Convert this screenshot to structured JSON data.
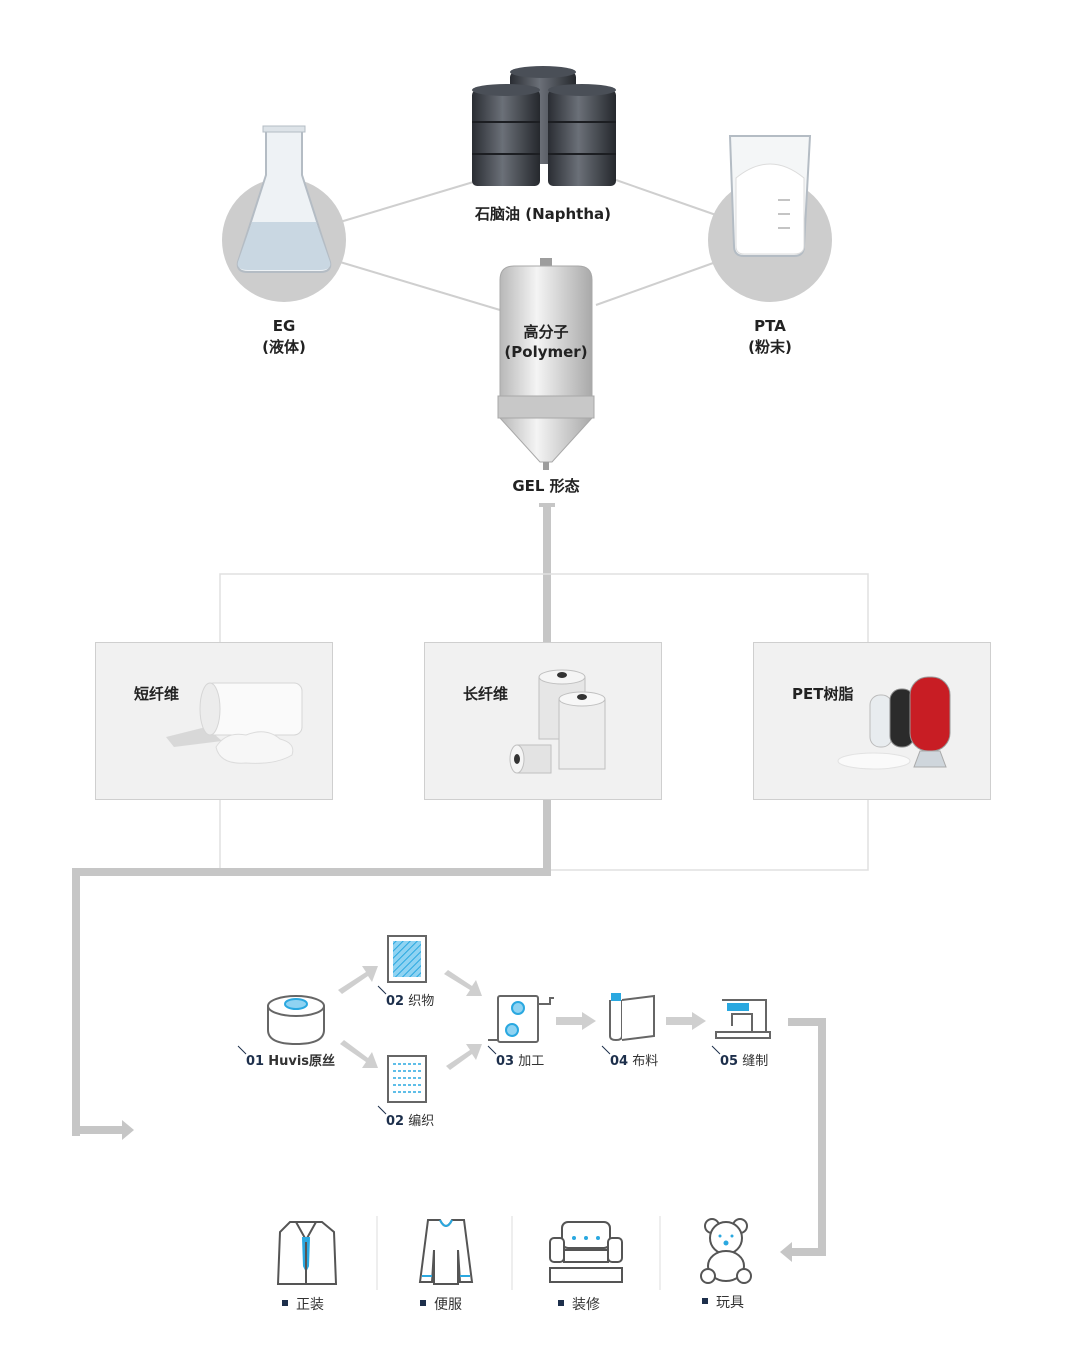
{
  "raw": {
    "naphtha": "石脑油 (Naphtha)",
    "eg_name": "EG",
    "eg_state": "(液体)",
    "pta_name": "PTA",
    "pta_state": "(粉末)",
    "polymer_name": "高分子",
    "polymer_en": "(Polymer)",
    "gel": "GEL 形态"
  },
  "products": [
    {
      "label": "短纤维"
    },
    {
      "label": "长纤维"
    },
    {
      "label": "PET树脂"
    }
  ],
  "process": [
    {
      "num": "01",
      "label": "Huvis原丝"
    },
    {
      "num": "02",
      "label": "织物"
    },
    {
      "num": "02",
      "label": "编织"
    },
    {
      "num": "03",
      "label": "加工"
    },
    {
      "num": "04",
      "label": "布料"
    },
    {
      "num": "05",
      "label": "缝制"
    }
  ],
  "categories": [
    {
      "label": "正装"
    },
    {
      "label": "便服"
    },
    {
      "label": "装修"
    },
    {
      "label": "玩具"
    }
  ],
  "colors": {
    "connector": "#c6c6c6",
    "accent": "#2aa8e0",
    "navy": "#1d2f4b",
    "box": "#f1f1f1"
  }
}
